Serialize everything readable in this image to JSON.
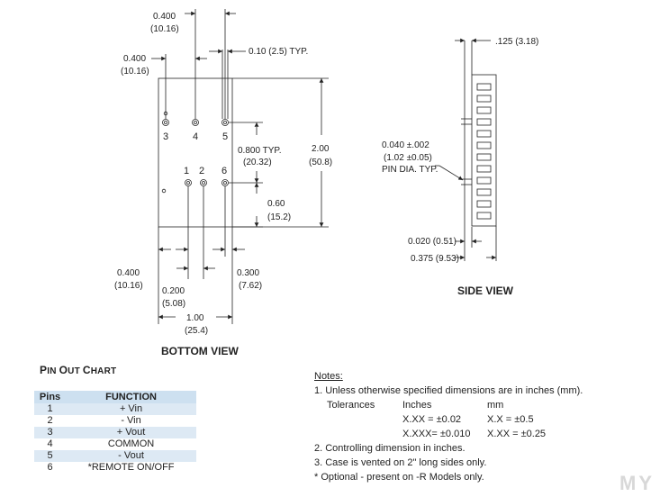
{
  "bottom_view": {
    "title": "BOTTOM  VIEW",
    "dims": {
      "top_0400": "0.400",
      "top_1016": "(10.16)",
      "left_0400": "0.400",
      "left_1016": "(10.16)",
      "pin_typ": "0.10  (2.5) TYP.",
      "spacing_typ": "0.800 TYP.",
      "spacing_typ_mm": "(20.32)",
      "height": "2.00",
      "height_mm": "(50.8)",
      "offset": "0.60",
      "offset_mm": "(15.2)",
      "bl_0400": "0.400",
      "bl_1016": "(10.16)",
      "pin_pitch": "0.200",
      "pin_pitch_mm": "(5.08)",
      "br_0300": "0.300",
      "br_762": "(7.62)",
      "width": "1.00",
      "width_mm": "(25.4)"
    },
    "pin_labels": [
      "3",
      "4",
      "5",
      "1",
      "2",
      "6"
    ]
  },
  "side_view": {
    "title": "SIDE  VIEW",
    "dims": {
      "thickness": ".125 (3.18)",
      "pin_dia": "0.040 ±.002",
      "pin_dia_mm": "(1.02 ±0.05)",
      "pin_dia_typ": "PIN DIA. TYP.",
      "standoff": "0.020 (0.51)",
      "overall": "0.375 (9.53)"
    }
  },
  "pin_chart": {
    "title_first": "P",
    "title_rest1": "IN ",
    "title_o": "O",
    "title_rest2": "UT ",
    "title_c": "C",
    "title_rest3": "HART",
    "col_pins": "Pins",
    "col_function": "FUNCTION",
    "rows": [
      {
        "pin": "1",
        "function": "+ Vin"
      },
      {
        "pin": "2",
        "function": "- Vin"
      },
      {
        "pin": "3",
        "function": "+ Vout"
      },
      {
        "pin": "4",
        "function": "COMMON"
      },
      {
        "pin": "5",
        "function": "- Vout"
      },
      {
        "pin": "6",
        "function": "*REMOTE ON/OFF"
      }
    ]
  },
  "notes": {
    "header": "Notes:",
    "n1": "1. Unless otherwise specified dimensions are in inches (mm).",
    "tol_label": "Tolerances",
    "tol_inches": "Inches",
    "tol_mm": "mm",
    "tol_xx_in": "X.XX =  ±0.02",
    "tol_xx_mm": "X.X = ±0.5",
    "tol_xxx_in": "X.XXX= ±0.010",
    "tol_xxx_mm": "X.XX = ±0.25",
    "n2": "2. Controlling dimension in inches.",
    "n3": "3. Case is vented on 2\" long sides only.",
    "n4": "*  Optional - present on -R Models only."
  },
  "watermark": "MY"
}
